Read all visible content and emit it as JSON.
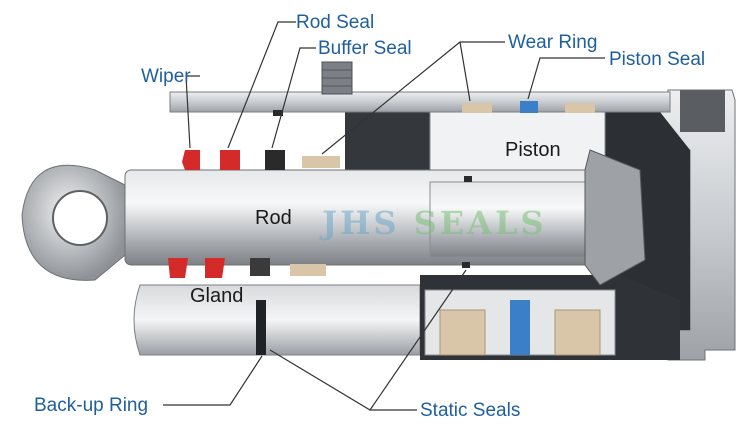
{
  "labels": {
    "rod_seal": "Rod Seal",
    "buffer_seal": "Buffer Seal",
    "wear_ring": "Wear Ring",
    "piston_seal": "Piston Seal",
    "wiper": "Wiper",
    "back_up_ring": "Back-up Ring",
    "static_seals": "Static Seals"
  },
  "parts": {
    "piston": "Piston",
    "rod": "Rod",
    "gland": "Gland"
  },
  "watermark": {
    "part1": "JHS",
    "part2": "SEALS"
  },
  "colors": {
    "label_text": "#1f5f9e",
    "leader_line": "#333333",
    "seal_red": "#d42a2a",
    "seal_blue": "#3a7fc8",
    "wear_ring_beige": "#d9c6a8",
    "steel": "#b9bdc2",
    "cutaway_dark": "#2c2f33"
  }
}
